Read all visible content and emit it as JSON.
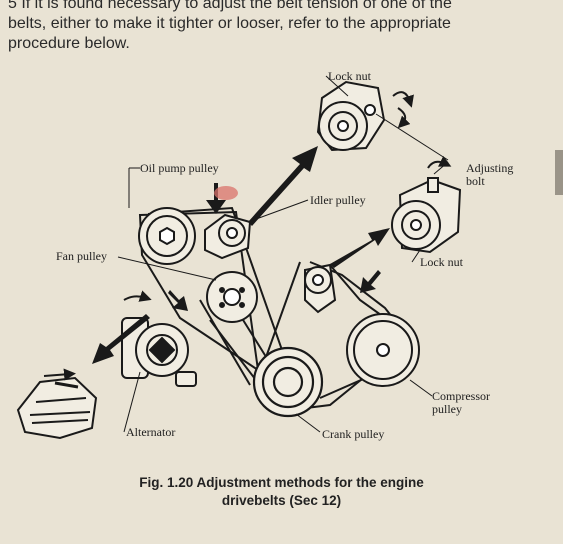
{
  "intro": {
    "line1": "5  If it is found necessary to adjust the belt tension of one of the",
    "line2": "belts, either to make it tighter or looser, refer to the appropriate",
    "line3": "procedure below."
  },
  "labels": {
    "lock_nut_top": "Lock nut",
    "oil_pump_pulley": "Oil pump pulley",
    "adjusting_bolt_1": "Adjusting",
    "adjusting_bolt_2": "bolt",
    "idler_pulley": "Idler pulley",
    "fan_pulley": "Fan pulley",
    "lock_nut_right": "Lock nut",
    "compressor_pulley_1": "Compressor",
    "compressor_pulley_2": "pulley",
    "alternator": "Alternator",
    "crank_pulley": "Crank pulley"
  },
  "caption": {
    "line1": "Fig. 1.20 Adjustment methods for the engine",
    "line2": "drivebelts (Sec 12)"
  },
  "colors": {
    "paper": "#e9e3d4",
    "ink": "#1a1a1a",
    "stain": "#d9736b"
  }
}
